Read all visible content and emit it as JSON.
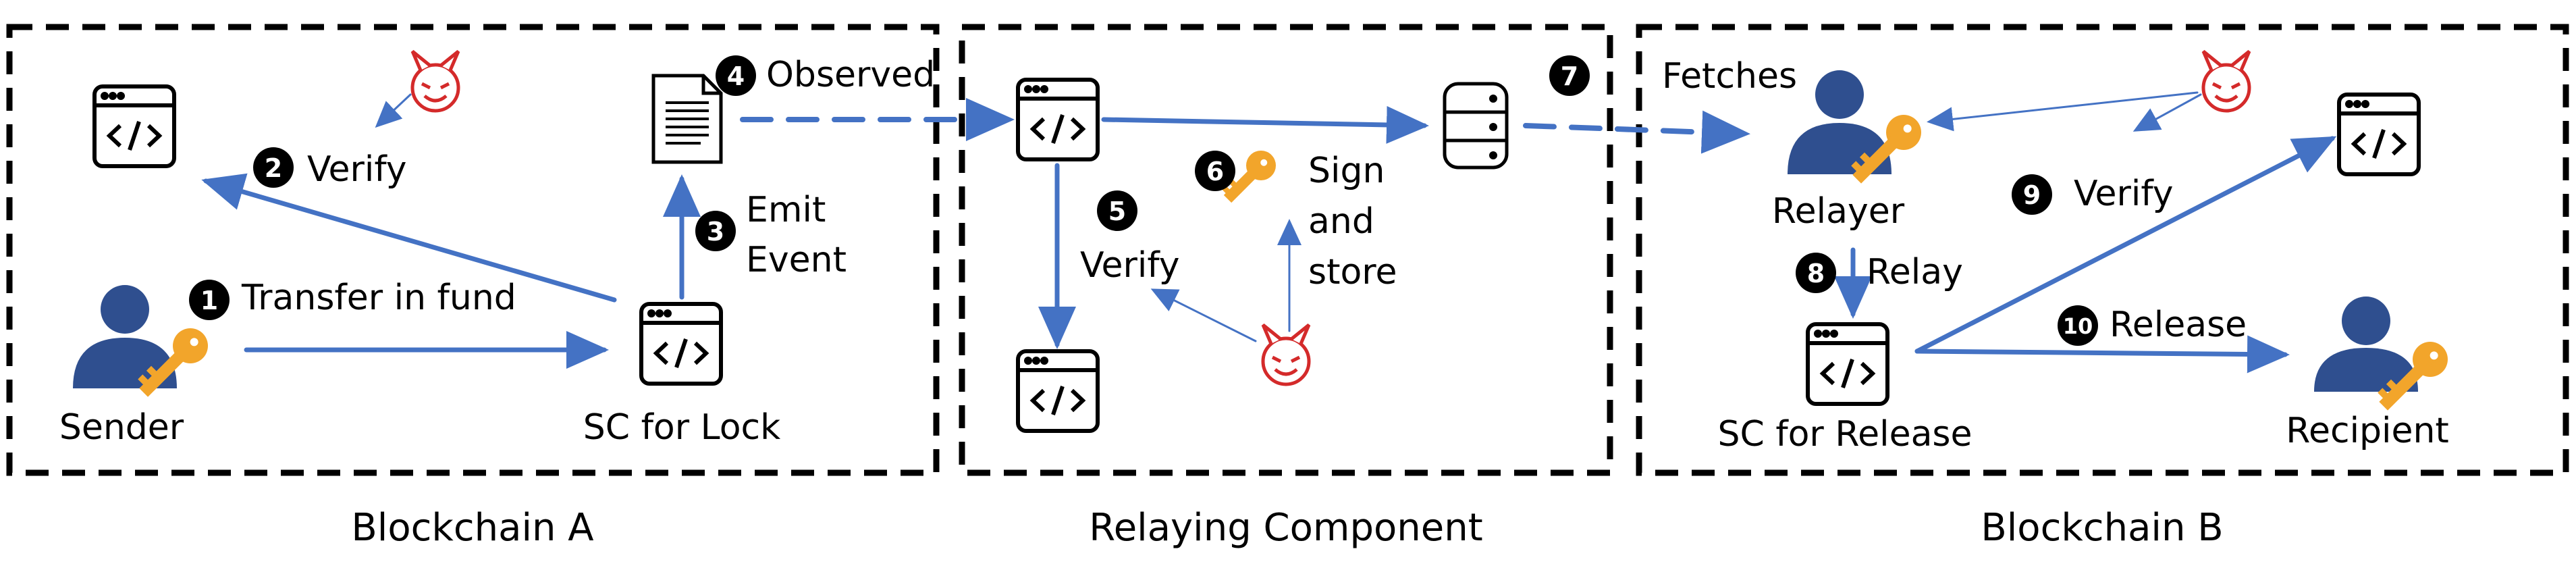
{
  "regions": [
    {
      "id": "A",
      "title": "Blockchain A"
    },
    {
      "id": "R",
      "title": "Relaying Component"
    },
    {
      "id": "B",
      "title": "Blockchain B"
    }
  ],
  "nodes": {
    "sender": "Sender",
    "sc_lock": "SC for Lock",
    "relayer": "Relayer",
    "sc_release": "SC for Release",
    "recipient": "Recipient"
  },
  "steps": [
    {
      "num": "1",
      "lines": [
        "Transfer in fund"
      ]
    },
    {
      "num": "2",
      "lines": [
        "Verify"
      ]
    },
    {
      "num": "3",
      "lines": [
        "Emit",
        "Event"
      ]
    },
    {
      "num": "4",
      "lines": [
        "Observed"
      ]
    },
    {
      "num": "5",
      "lines": [
        "Verify"
      ]
    },
    {
      "num": "6",
      "lines": [
        "Sign",
        "and",
        "store"
      ]
    },
    {
      "num": "7",
      "lines": [
        "Fetches"
      ]
    },
    {
      "num": "8",
      "lines": [
        "Relay"
      ]
    },
    {
      "num": "9",
      "lines": [
        "Verify"
      ]
    },
    {
      "num": "10",
      "lines": [
        "Release"
      ]
    }
  ],
  "colors": {
    "arrow": "#4472C4",
    "person": "#2F4F8F",
    "key": "#F2A52B",
    "devil": "#D42A2A",
    "border": "#000000"
  },
  "icons": [
    "code-window-icon",
    "document-icon",
    "database-icon",
    "person-icon",
    "key-icon",
    "devil-icon"
  ]
}
